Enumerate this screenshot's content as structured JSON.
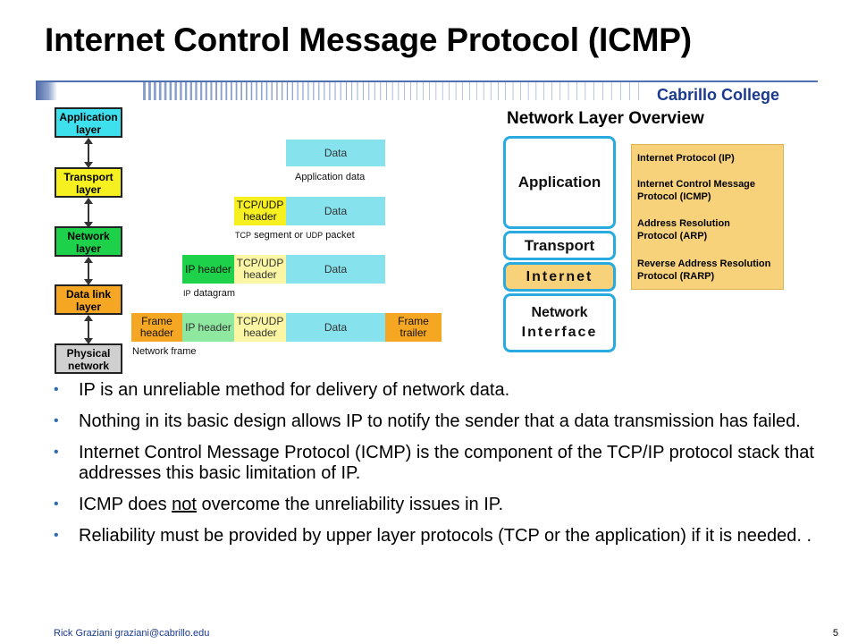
{
  "title": "Internet Control Message Protocol (ICMP)",
  "college": "Cabrillo College",
  "colors": {
    "cyan": "#3fe0ee",
    "yellow": "#f7f020",
    "green": "#1ed14a",
    "orange": "#f5a623",
    "gray": "#d0d0d0",
    "data_blue": "#86e3ee",
    "stack_blue": "#29abe2",
    "proto_yellow": "#f7d27a"
  },
  "layers": [
    "Application layer",
    "Transport layer",
    "Network layer",
    "Data link layer",
    "Physical network"
  ],
  "encapsulation": {
    "data": "Data",
    "application_data": "Application data",
    "tcpudp_header": "TCP/UDP header",
    "segment_caption_a": "TCP",
    "segment_caption_b": "segment or",
    "segment_caption_c": "UDP",
    "segment_caption_d": "packet",
    "ip_header": "IP header",
    "datagram_caption_a": "IP",
    "datagram_caption_b": "datagram",
    "frame_header": "Frame header",
    "frame_trailer": "Frame trailer",
    "network_frame": "Network frame"
  },
  "stack": {
    "title": "Network Layer Overview",
    "application": "Application",
    "transport": "Transport",
    "internet": "Internet",
    "network_interface_a": "Network",
    "network_interface_b": "Interface",
    "protocols": [
      "Internet Protocol (IP)",
      "Internet Control Message Protocol (ICMP)",
      "Address Resolution Protocol (ARP)",
      "Reverse Address Resolution Protocol (RARP)"
    ]
  },
  "bullets": {
    "b1": "IP is an unreliable method for delivery of network data.",
    "b2": "Nothing in its basic design allows IP to notify the sender that a data transmission has failed.",
    "b3": "Internet Control Message Protocol (ICMP) is the component of the TCP/IP protocol stack that addresses this basic limitation of IP.",
    "b4_pre": "ICMP does ",
    "b4_not": "not",
    "b4_post": " overcome the unreliability issues in IP.",
    "b5": "Reliability must be provided by upper layer protocols (TCP or the application) if it is needed. ."
  },
  "footer": "Rick Graziani  graziani@cabrillo.edu",
  "page_number": "5"
}
